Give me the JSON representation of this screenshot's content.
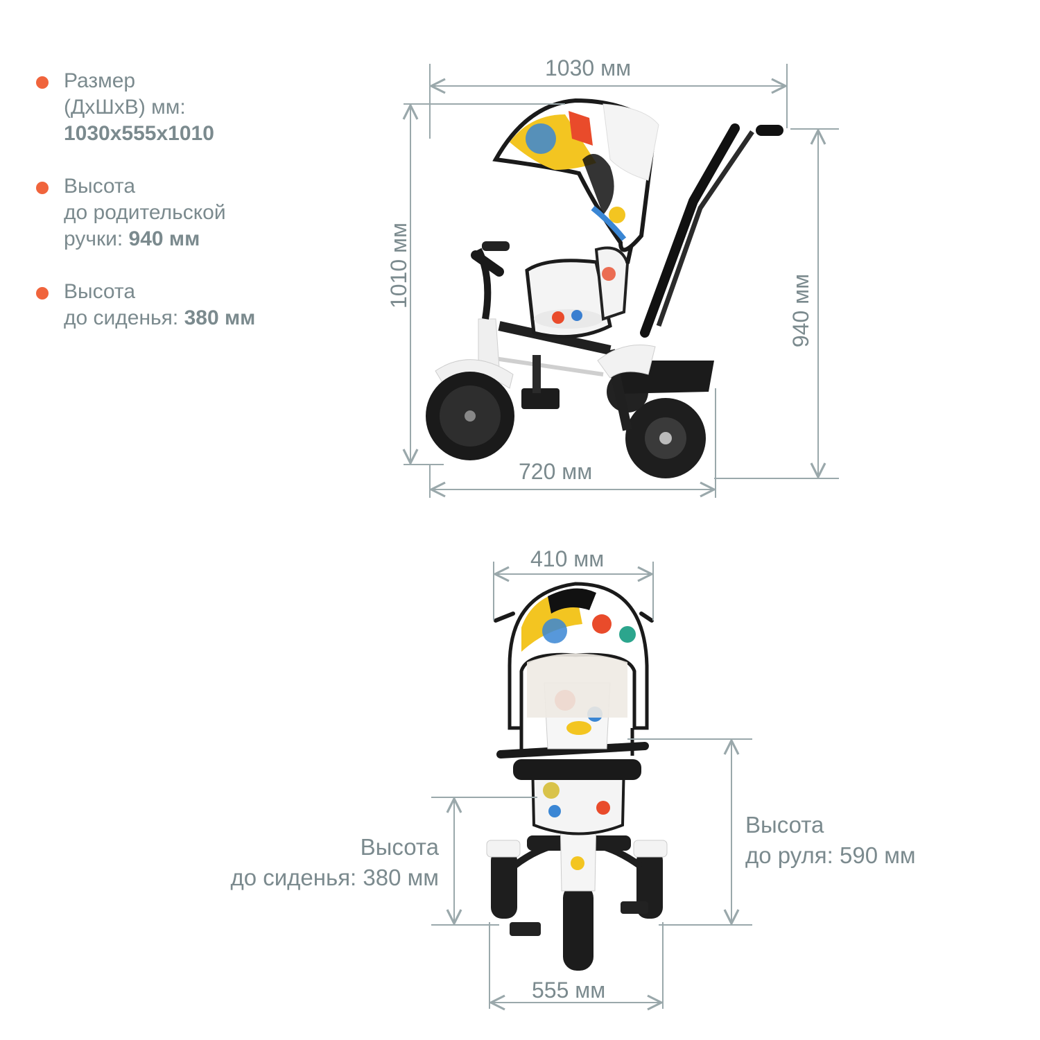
{
  "specs": [
    {
      "lines": [
        "Размер",
        "(ДхШхВ) мм:"
      ],
      "value": "1030x555x1010"
    },
    {
      "lines": [
        "Высота",
        "до родительской"
      ],
      "last_prefix": "ручки: ",
      "value": "940 мм"
    },
    {
      "lines": [
        "Высота"
      ],
      "last_prefix": "до сиденья: ",
      "value": "380 мм"
    }
  ],
  "side_view": {
    "length": "1030 мм",
    "height": "1010 мм",
    "handle_height": "940 мм",
    "wheelbase": "720 мм"
  },
  "front_view": {
    "canopy_width": "410 мм",
    "width": "555 мм",
    "seat_caption": {
      "line1": "Высота",
      "line2": "до сиденья: 380 мм"
    },
    "handlebar_caption": {
      "line1": "Высота",
      "line2": "до руля: 590 мм"
    }
  },
  "colors": {
    "bullet": "#f0643c",
    "text": "#7b8a8e",
    "dim_line": "#9aa8ab"
  }
}
